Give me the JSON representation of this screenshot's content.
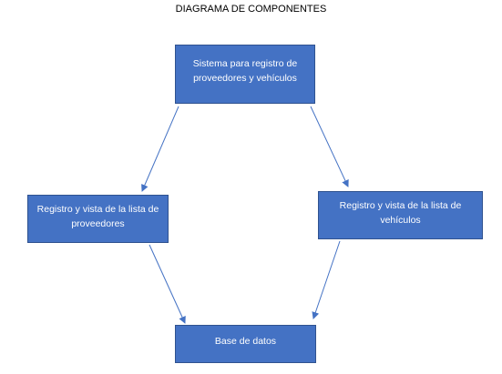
{
  "diagram": {
    "title": "DIAGRAMA DE COMPONENTES",
    "nodes": {
      "sistema": "Sistema para registro de proveedores y vehículos",
      "proveedores": "Registro y vista de la lista de proveedores",
      "vehiculos": "Registro y vista de la lista de vehículos",
      "base_datos": "Base de datos"
    },
    "edges": [
      {
        "from": "sistema",
        "to": "proveedores"
      },
      {
        "from": "sistema",
        "to": "vehiculos"
      },
      {
        "from": "proveedores",
        "to": "base_datos"
      },
      {
        "from": "vehiculos",
        "to": "base_datos"
      }
    ],
    "colors": {
      "box_fill": "#4472c4",
      "box_border": "#2f528f",
      "arrow": "#4472c4",
      "text": "#ffffff"
    }
  }
}
